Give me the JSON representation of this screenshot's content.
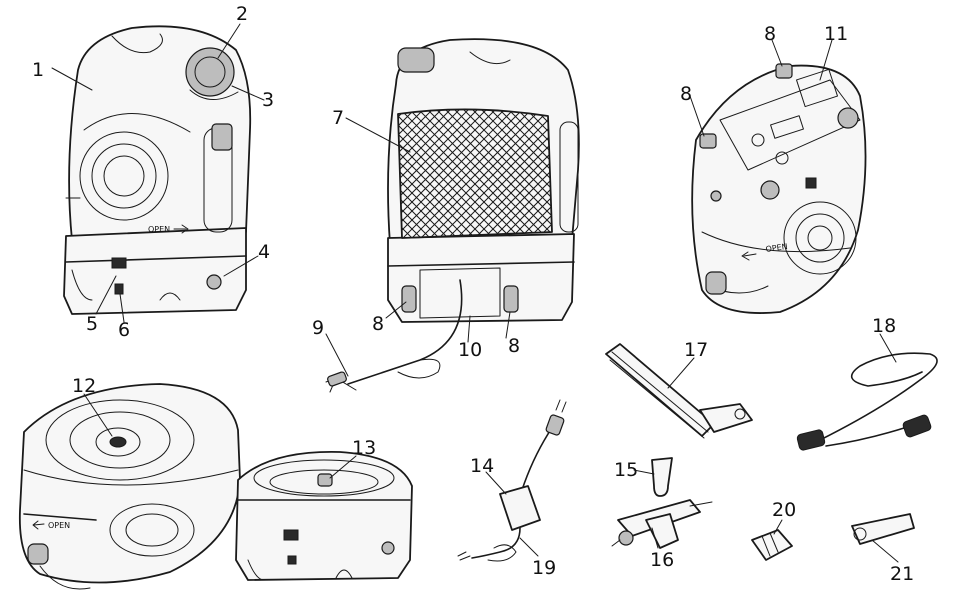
{
  "figure": {
    "callouts": [
      "1",
      "2",
      "3",
      "4",
      "5",
      "6",
      "7",
      "8",
      "8",
      "8",
      "8",
      "9",
      "10",
      "11",
      "12",
      "13",
      "14",
      "15",
      "16",
      "17",
      "18",
      "19",
      "20",
      "21"
    ],
    "body_markings": {
      "open_arrow_front": "OPEN",
      "open_arrow_rear": "OPEN",
      "open_arrow_bottom": "OPEN"
    }
  }
}
